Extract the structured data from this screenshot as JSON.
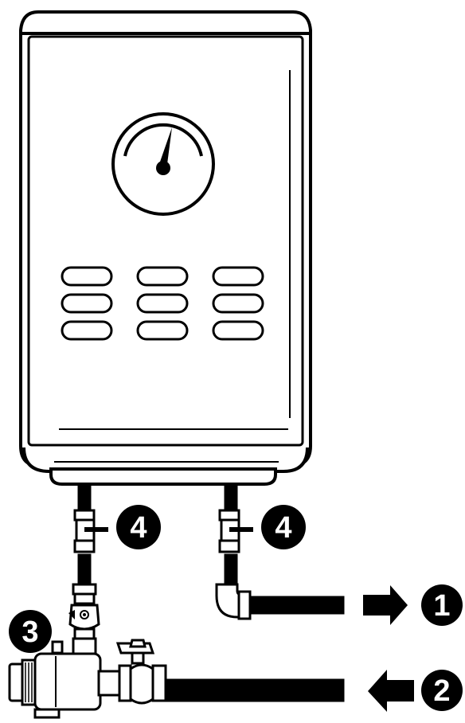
{
  "diagram": {
    "gauge": {
      "needle_level": 0.62
    },
    "vent_rows": 3,
    "vent_cols": 3,
    "callouts": {
      "hot_outlet": "1",
      "cold_inlet": "2",
      "filter_valve": "3",
      "left_isolation": "4",
      "right_isolation": "4"
    },
    "colors": {
      "stroke": "#000000",
      "body": "#ffffff",
      "badge": "#000000"
    },
    "arrows": {
      "hot_outlet": "right",
      "cold_inlet": "left"
    }
  }
}
